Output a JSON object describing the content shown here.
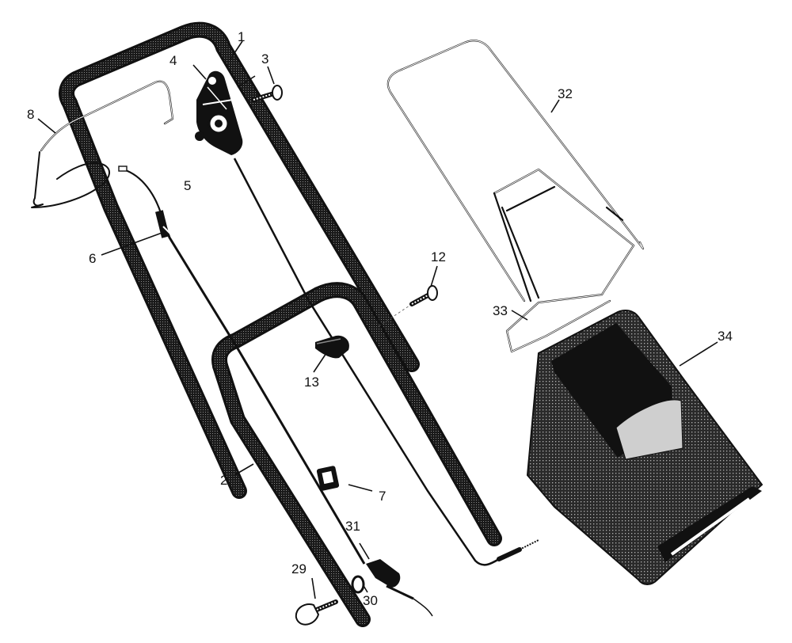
{
  "diagram": {
    "parts": [
      {
        "id": "p1",
        "label": "1",
        "icon": "upper-handle"
      },
      {
        "id": "p2",
        "label": "2",
        "icon": "lower-handle"
      },
      {
        "id": "p3",
        "label": "3",
        "icon": "bolt"
      },
      {
        "id": "p4",
        "label": "4",
        "icon": "control-bracket"
      },
      {
        "id": "p5",
        "label": "5",
        "icon": "control-cable"
      },
      {
        "id": "p6",
        "label": "6",
        "icon": "cable-end"
      },
      {
        "id": "p7",
        "label": "7",
        "icon": "cable-clip"
      },
      {
        "id": "p8",
        "label": "8",
        "icon": "zone-control-bail"
      },
      {
        "id": "p12",
        "label": "12",
        "icon": "shoulder-bolt"
      },
      {
        "id": "p13",
        "label": "13",
        "icon": "handle-knob"
      },
      {
        "id": "p29",
        "label": "29",
        "icon": "carriage-bolt"
      },
      {
        "id": "p30",
        "label": "30",
        "icon": "washer"
      },
      {
        "id": "p31",
        "label": "31",
        "icon": "wing-knob"
      },
      {
        "id": "p32",
        "label": "32",
        "icon": "bag-frame-top"
      },
      {
        "id": "p33",
        "label": "33",
        "icon": "bag-frame-bottom"
      },
      {
        "id": "p34",
        "label": "34",
        "icon": "grass-bag"
      }
    ]
  }
}
